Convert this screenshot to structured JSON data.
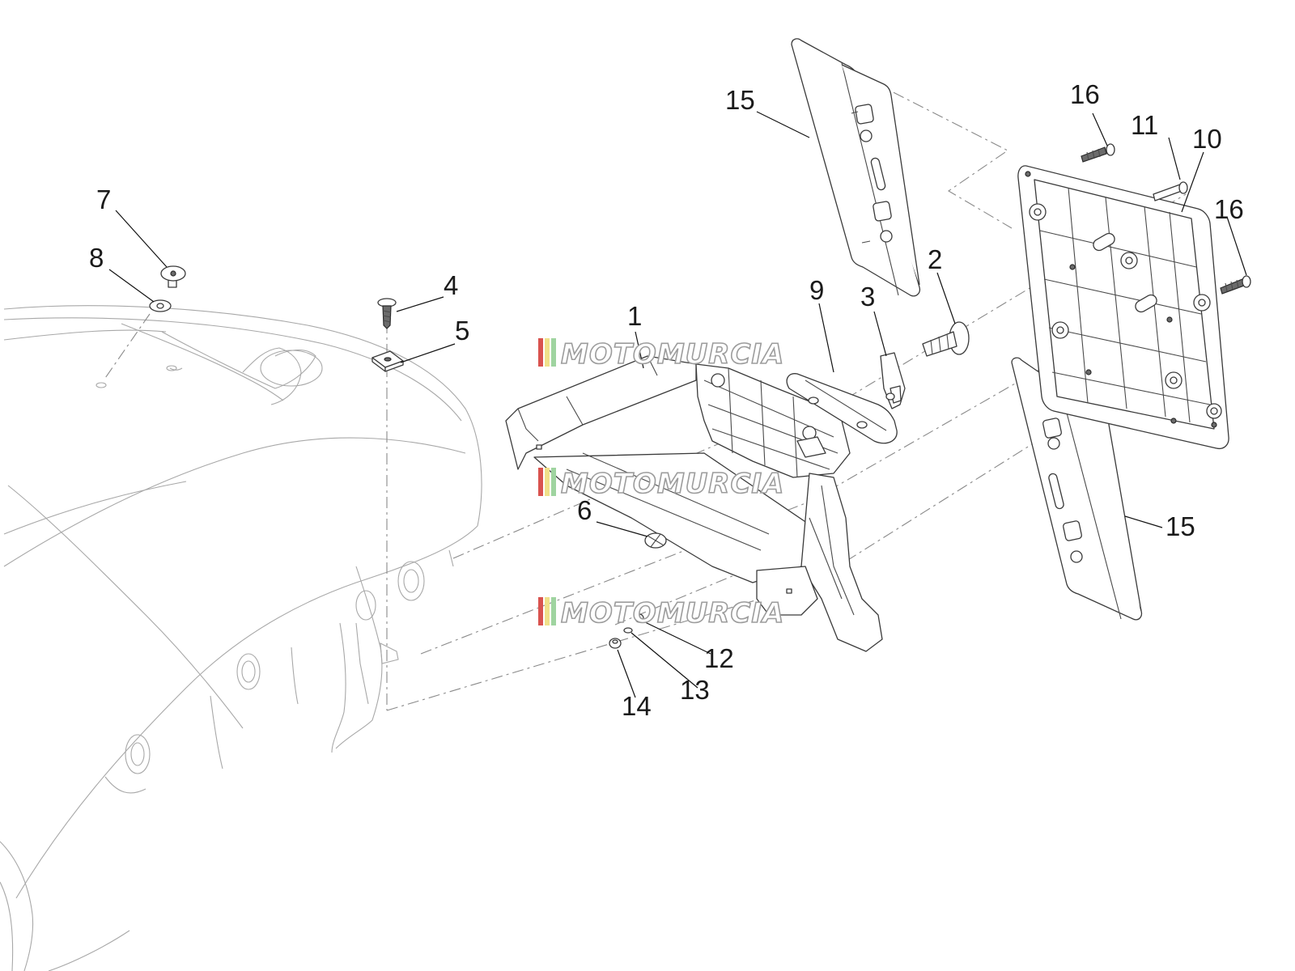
{
  "watermark": {
    "text": "MOTOMURCIA",
    "stripe_colors": [
      "#d9534f",
      "#f0e08a",
      "#9fd4a0"
    ]
  },
  "callouts": [
    {
      "id": "1",
      "label": "1"
    },
    {
      "id": "2",
      "label": "2"
    },
    {
      "id": "3",
      "label": "3"
    },
    {
      "id": "4",
      "label": "4"
    },
    {
      "id": "5",
      "label": "5"
    },
    {
      "id": "6",
      "label": "6"
    },
    {
      "id": "7",
      "label": "7"
    },
    {
      "id": "8",
      "label": "8"
    },
    {
      "id": "9",
      "label": "9"
    },
    {
      "id": "10",
      "label": "10"
    },
    {
      "id": "11",
      "label": "11"
    },
    {
      "id": "12",
      "label": "12"
    },
    {
      "id": "13",
      "label": "13"
    },
    {
      "id": "14",
      "label": "14"
    },
    {
      "id": "15a",
      "label": "15"
    },
    {
      "id": "15b",
      "label": "15"
    },
    {
      "id": "16a",
      "label": "16"
    },
    {
      "id": "16b",
      "label": "16"
    }
  ]
}
